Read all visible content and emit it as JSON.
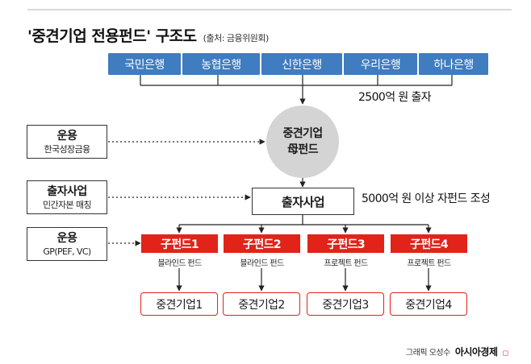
{
  "title": "'중견기업 전용펀드' 구조도",
  "source": "(출처: 금융위원회)",
  "banks": [
    "국민은행",
    "농협은행",
    "신한은행",
    "우리은행",
    "하나은행"
  ],
  "bank_investment": "2500억 원 출자",
  "mother_fund": {
    "line1": "중견기업",
    "line2": "母펀드"
  },
  "operation": {
    "title": "운용",
    "sub": "한국성장금융"
  },
  "investment_project": {
    "title": "출자사업",
    "sub": "민간자본 매칭"
  },
  "center_box": "출자사업",
  "sub_fund_note": "5000억 원 이상 자펀드 조성",
  "gp_operation": {
    "title": "운용",
    "sub": "GP(PEF, VC)"
  },
  "sub_funds": [
    {
      "name": "子펀드1",
      "type": "블라인드 펀드",
      "target": "중견기업1"
    },
    {
      "name": "子펀드2",
      "type": "블라인드 펀드",
      "target": "중견기업2"
    },
    {
      "name": "子펀드3",
      "type": "프로젝트 펀드",
      "target": "중견기업3"
    },
    {
      "name": "子펀드4",
      "type": "프로젝트 펀드",
      "target": "중견기업4"
    }
  ],
  "credit": {
    "by": "그래픽 오성수",
    "brand": "아시아경제"
  },
  "colors": {
    "bank_blue": "#3f7cc0",
    "accent_red": "#e2231a",
    "mother_gray": "#d4d4d4"
  }
}
